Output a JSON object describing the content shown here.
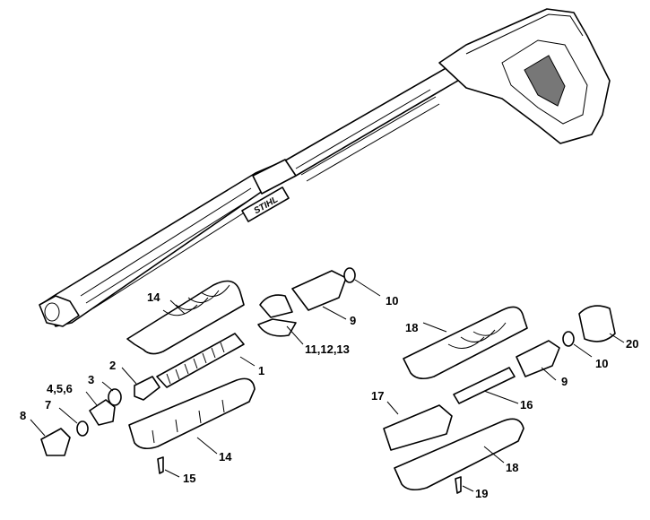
{
  "callouts": {
    "c1": "1",
    "c2": "2",
    "c3": "3",
    "c456": "4,5,6",
    "c7": "7",
    "c8": "8",
    "c9a": "9",
    "c9b": "9",
    "c10a": "10",
    "c10b": "10",
    "c111213": "11,12,13",
    "c14a": "14",
    "c14b": "14",
    "c15": "15",
    "c16": "16",
    "c17": "17",
    "c18a": "18",
    "c18b": "18",
    "c19": "19",
    "c20": "20"
  },
  "logo_text": "STIHL"
}
